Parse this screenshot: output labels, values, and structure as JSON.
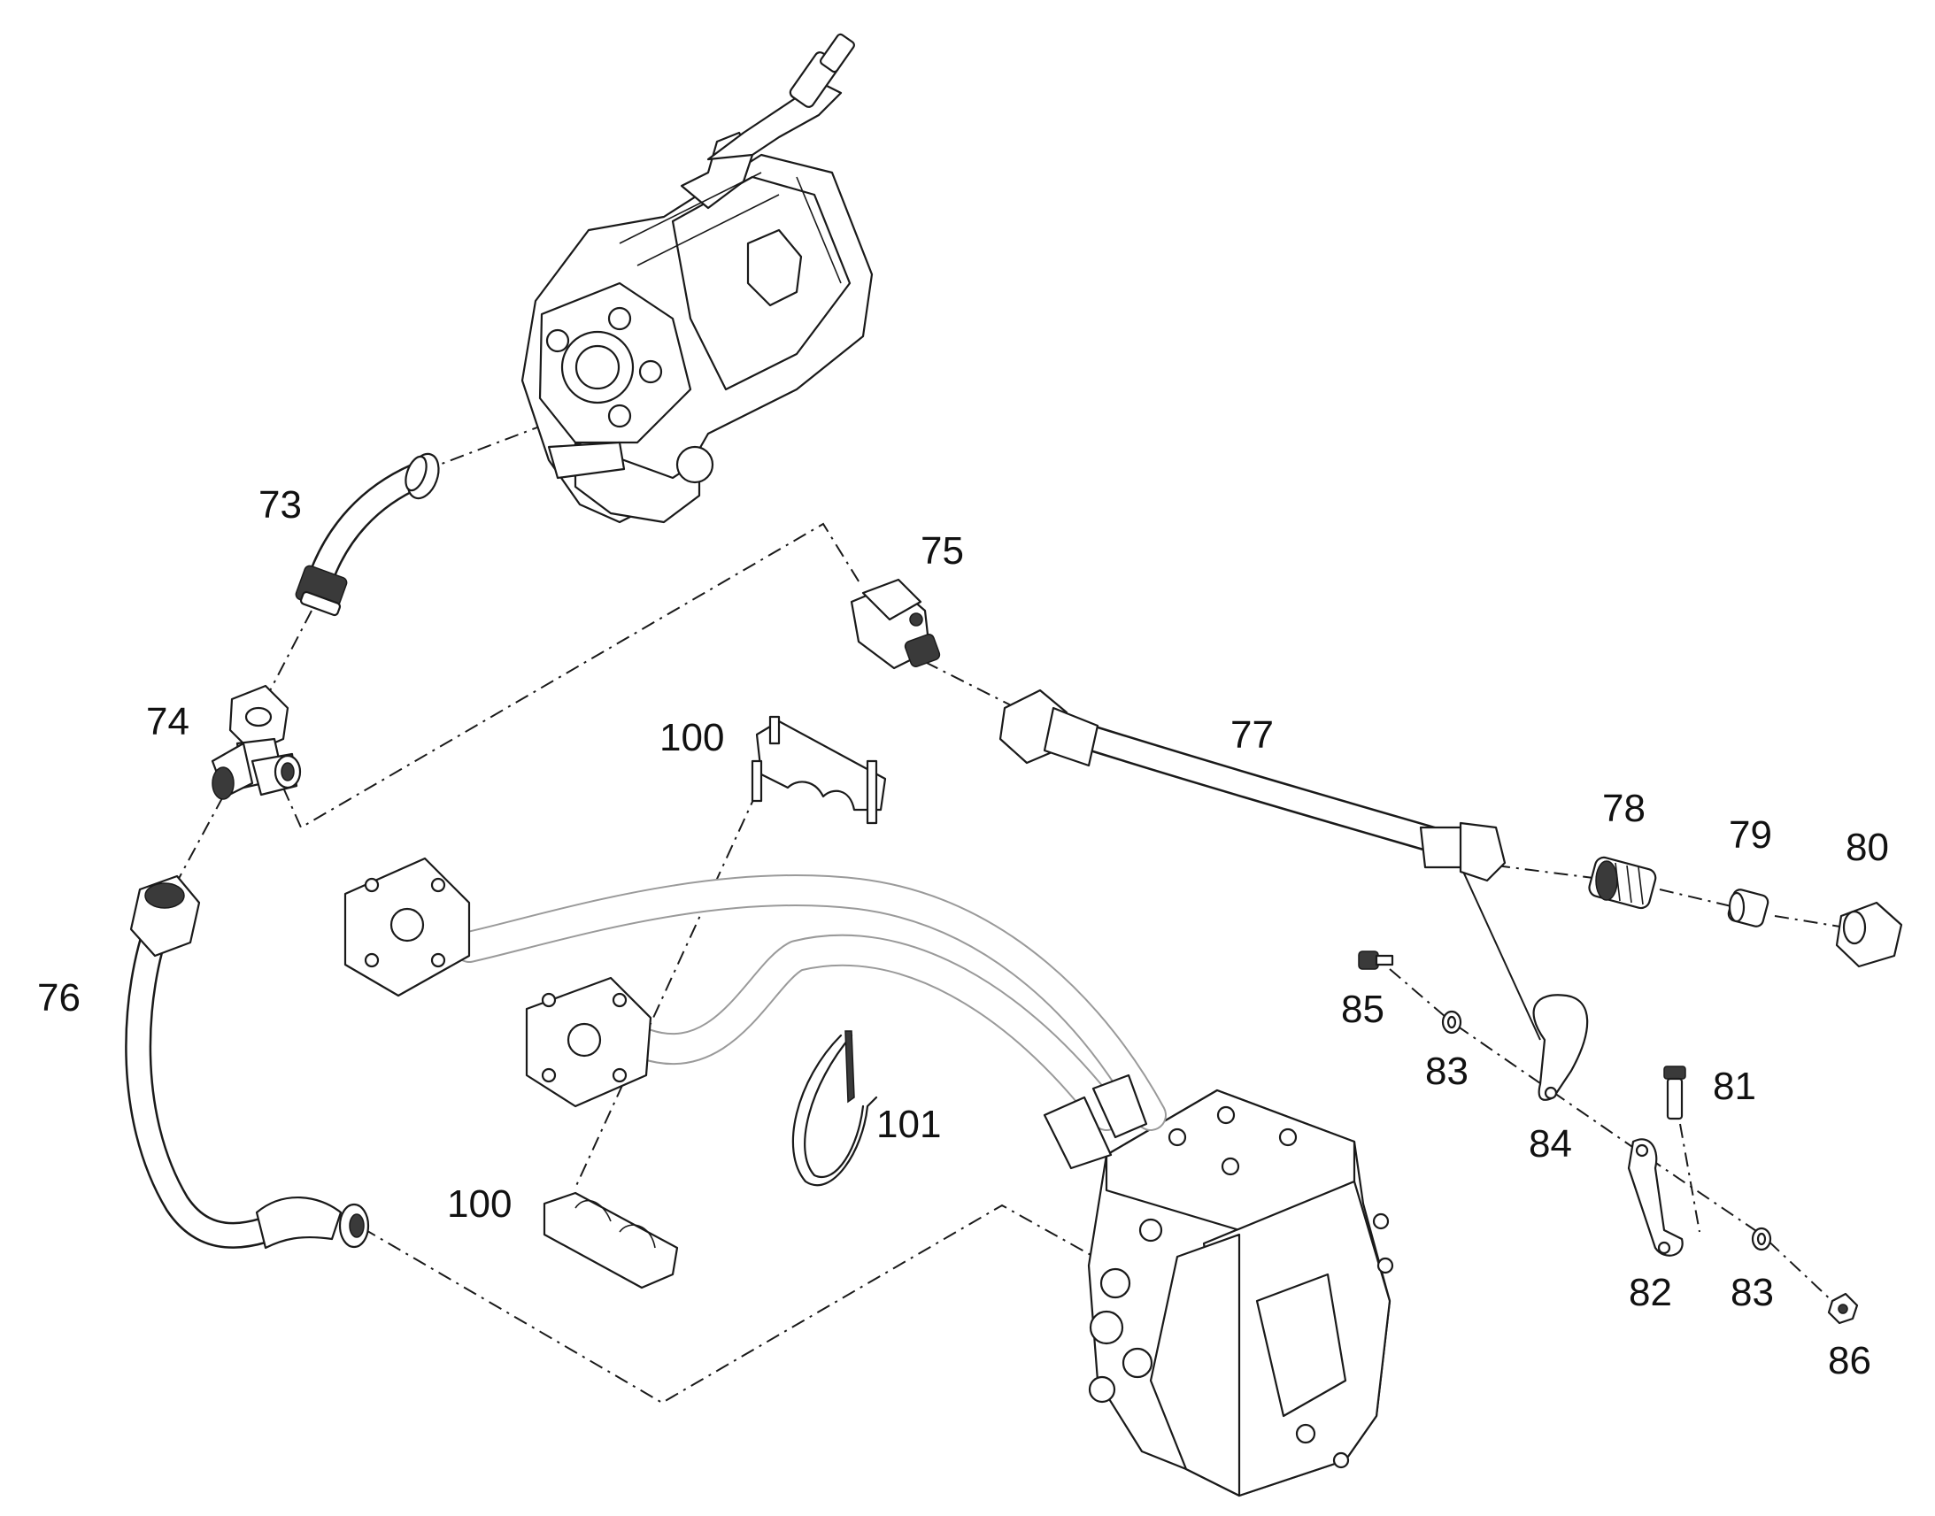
{
  "diagram": {
    "type": "exploded-parts-view",
    "callouts": [
      {
        "id": "73",
        "text": "73"
      },
      {
        "id": "74",
        "text": "74"
      },
      {
        "id": "75",
        "text": "75"
      },
      {
        "id": "76",
        "text": "76"
      },
      {
        "id": "77",
        "text": "77"
      },
      {
        "id": "78",
        "text": "78"
      },
      {
        "id": "79",
        "text": "79"
      },
      {
        "id": "80",
        "text": "80"
      },
      {
        "id": "81",
        "text": "81"
      },
      {
        "id": "82",
        "text": "82"
      },
      {
        "id": "83a",
        "text": "83"
      },
      {
        "id": "83b",
        "text": "83"
      },
      {
        "id": "84",
        "text": "84"
      },
      {
        "id": "85",
        "text": "85"
      },
      {
        "id": "86",
        "text": "86"
      },
      {
        "id": "100a",
        "text": "100"
      },
      {
        "id": "100b",
        "text": "100"
      },
      {
        "id": "101",
        "text": "101"
      }
    ]
  }
}
